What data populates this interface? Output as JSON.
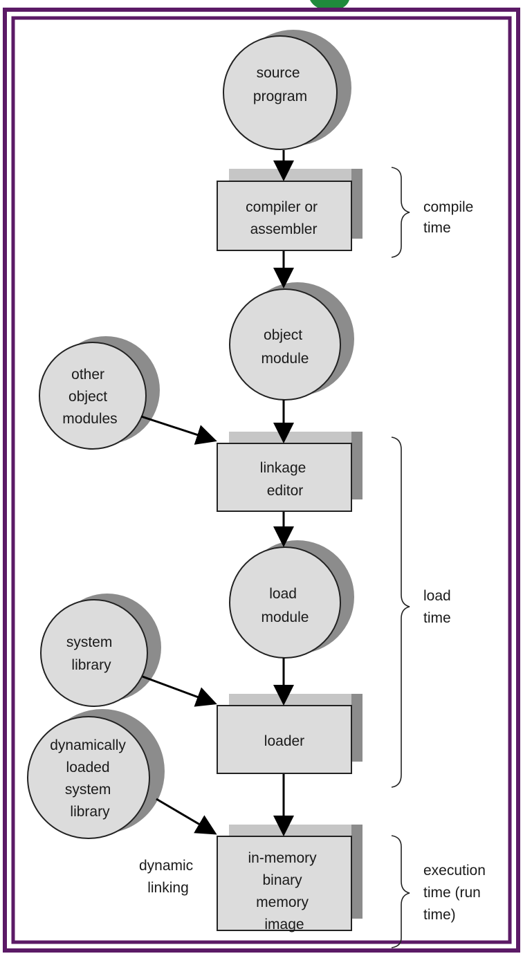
{
  "colors": {
    "frame": "#5b1a66",
    "node_fill": "#dcdcdc",
    "node_shadow": "#8c8c8c",
    "node_stroke": "#222222",
    "arrow": "#000000",
    "title_accent": "#1f8a3c"
  },
  "nodes": {
    "source_program": [
      "source",
      "program"
    ],
    "compiler": [
      "compiler or",
      "assembler"
    ],
    "object_module": [
      "object",
      "module"
    ],
    "other_object_modules": [
      "other",
      "object",
      "modules"
    ],
    "linkage_editor": [
      "linkage",
      "editor"
    ],
    "load_module": [
      "load",
      "module"
    ],
    "system_library": [
      "system",
      "library"
    ],
    "loader": [
      "loader"
    ],
    "dyn_loaded_system_library": [
      "dynamically",
      "loaded",
      "system",
      "library"
    ],
    "in_memory_image": [
      "in-memory",
      "binary",
      "memory",
      "image"
    ]
  },
  "annotations": {
    "dynamic_linking": [
      "dynamic",
      "linking"
    ]
  },
  "phases": {
    "compile_time": [
      "compile",
      "time"
    ],
    "load_time": [
      "load",
      "time"
    ],
    "execution_time": [
      "execution",
      "time  (run",
      "time)"
    ]
  }
}
